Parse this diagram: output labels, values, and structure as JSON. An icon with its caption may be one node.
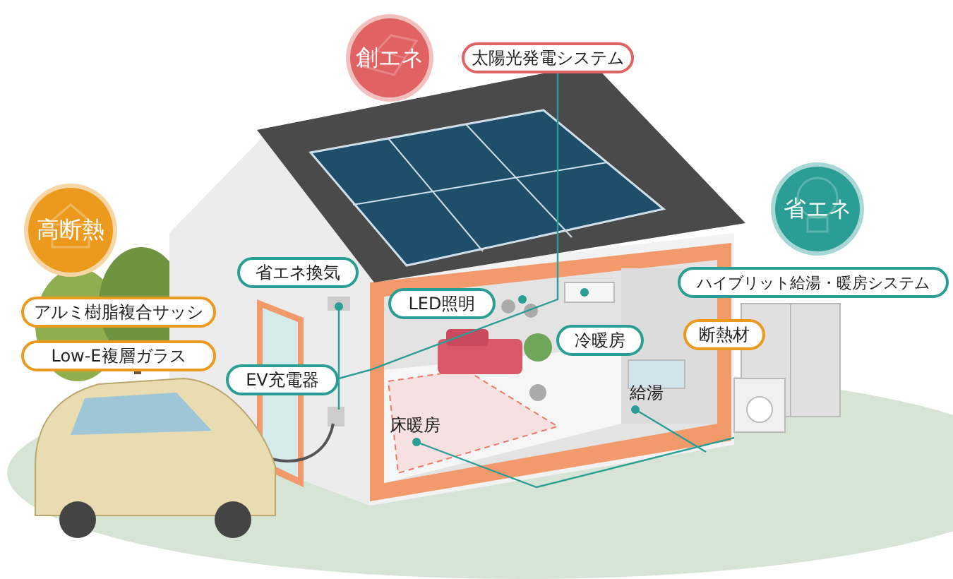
{
  "diagram": {
    "nodes": [
      {
        "text": [
          "創エネ"
        ]
      },
      {
        "text": [
          "太陽光発電システム"
        ]
      },
      {
        "text": [
          "高断熱"
        ]
      },
      {
        "text": [
          "アルミ樹脂複合サッシ"
        ]
      },
      {
        "text": [
          "Low-E複層ガラス"
        ]
      },
      {
        "text": [
          "省エネ換気"
        ]
      },
      {
        "text": [
          "EV充電器"
        ]
      },
      {
        "text": [
          "LED照明"
        ]
      },
      {
        "text": [
          "冷暖房"
        ]
      },
      {
        "text": [
          "省エネ"
        ]
      },
      {
        "text": [
          "ハイブリット給湯・暖房システム"
        ]
      },
      {
        "text": [
          "断熱材"
        ]
      }
    ],
    "labels": [
      "床暖房",
      "給湯"
    ]
  }
}
